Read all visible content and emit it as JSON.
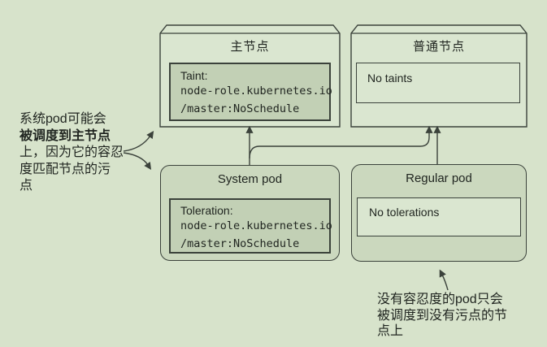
{
  "colors": {
    "bg": "#d7e3cb",
    "node_fill": "#dae6d0",
    "dark_box_fill": "#c2d0b5",
    "pod_fill": "#cbd8be",
    "light_box_fill": "#dae6d0",
    "line": "#3b423b",
    "text": "#212621"
  },
  "nodes": {
    "master": {
      "title": "主节点",
      "taint_label": "Taint:",
      "taint_line1": "node-role.kubernetes.io",
      "taint_line2": "/master:NoSchedule"
    },
    "regular": {
      "title": "普通节点",
      "taints_label": "No taints"
    }
  },
  "pods": {
    "system": {
      "title": "System pod",
      "toleration_label": "Toleration:",
      "toleration_line1": "node-role.kubernetes.io",
      "toleration_line2": "/master:NoSchedule"
    },
    "regular": {
      "title": "Regular pod",
      "tolerations_label": "No tolerations"
    }
  },
  "annotations": {
    "left": {
      "lines": [
        "系统pod可能会",
        "被调度到主节点",
        "上，因为它的容忍",
        "度匹配节点的污",
        "点"
      ]
    },
    "bottom_right": {
      "lines": [
        "没有容忍度的pod只会",
        "被调度到没有污点的节",
        "点上"
      ]
    }
  }
}
